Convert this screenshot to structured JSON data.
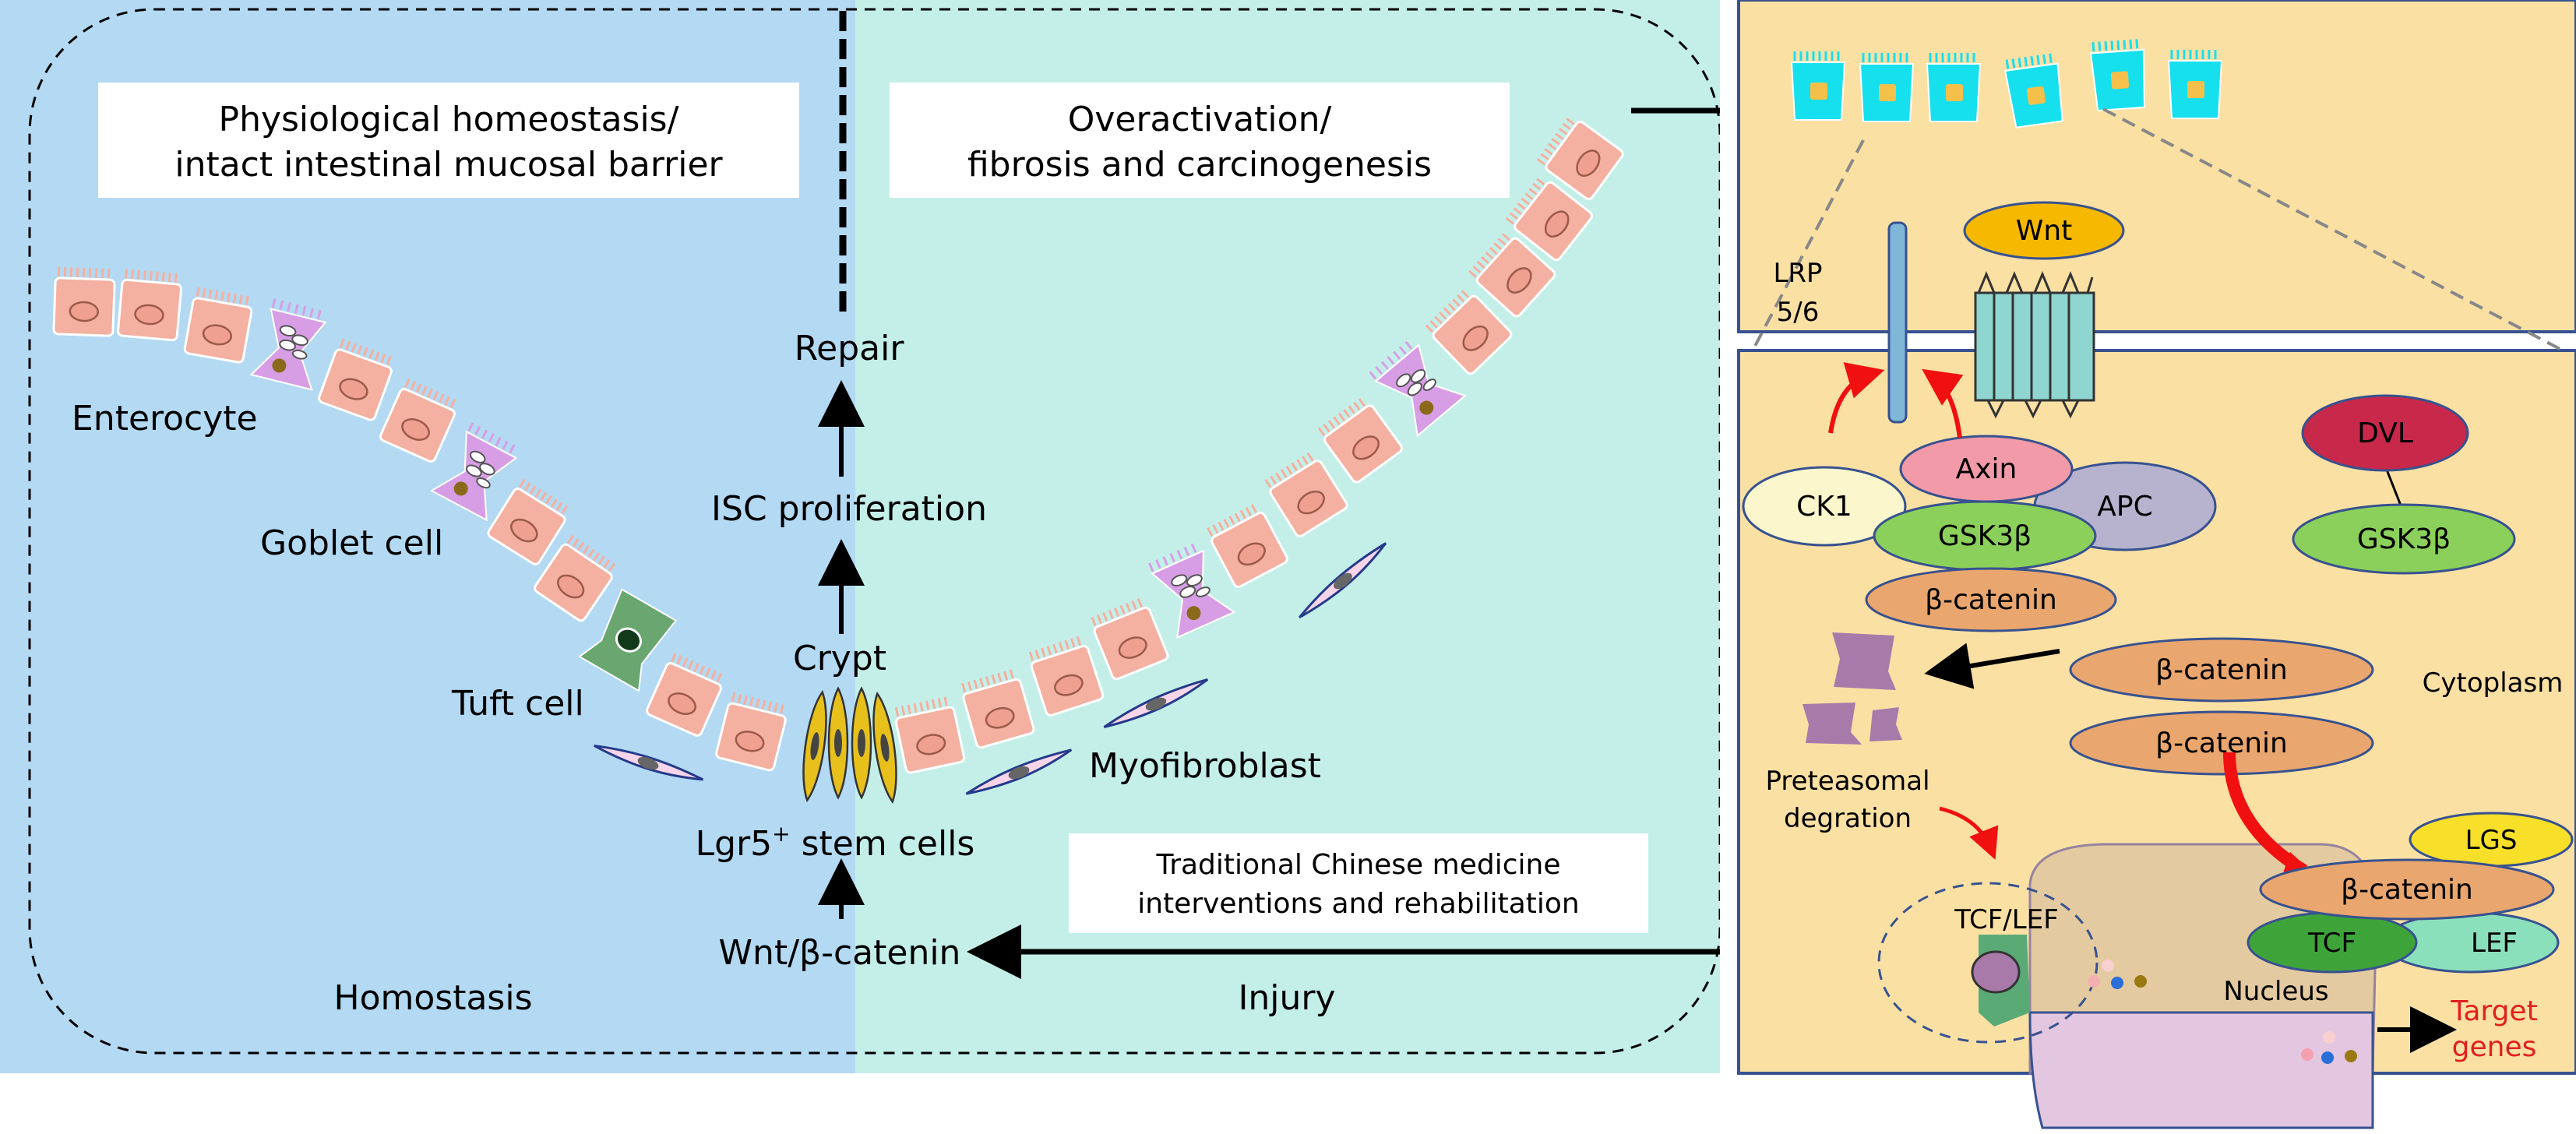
{
  "left_panel": {
    "box_homeostasis_line1": "Physiological homeostasis/",
    "box_homeostasis_line2": "intact intestinal mucosal barrier",
    "box_overactivation_line1": "Overactivation/",
    "box_overactivation_line2": "fibrosis and carcinogenesis",
    "label_repair": "Repair",
    "label_isc": "ISC proliferation",
    "label_crypt": "Crypt",
    "label_lgr5_main": "Lgr5",
    "label_lgr5_sup": "+",
    "label_lgr5_rest": " stem cells",
    "label_wnt": "Wnt/β-catenin",
    "label_homostasis": "Homostasis",
    "label_injury": "Injury",
    "label_enterocyte": "Enterocyte",
    "label_goblet": "Goblet cell",
    "label_tuft": "Tuft cell",
    "label_myofibroblast": "Myofibroblast",
    "tcm_line1": "Traditional Chinese medicine",
    "tcm_line2": "interventions and rehabilitation"
  },
  "right_panel": {
    "wnt": "Wnt",
    "lrp_line1": "LRP",
    "lrp_line2": "5/6",
    "ck1": "CK1",
    "axin": "Axin",
    "apc": "APC",
    "gsk3b_left": "GSK3β",
    "dvl": "DVL",
    "gsk3b_right": "GSK3β",
    "bcat_1": "β-catenin",
    "bcat_2": "β-catenin",
    "bcat_3": "β-catenin",
    "bcat_nuc": "β-catenin",
    "cytoplasm": "Cytoplasm",
    "proteasome_line1": "Preteasomal",
    "proteasome_line2": "degration",
    "tcf_lef": "TCF/LEF",
    "lgs": "LGS",
    "tcf": "TCF",
    "lef": "LEF",
    "nucleus": "Nucleus",
    "target_line1": "Target",
    "target_line2": "genes"
  },
  "colors": {
    "homeostasis_bg": "#b3d9f3",
    "injury_bg": "#c4efe9",
    "right_bg": "#fbe0a4",
    "enterocyte": "#f4b0a0",
    "goblet": "#d79ee6",
    "tuft": "#6aa66f",
    "myofibroblast": "#f7d5e8",
    "stem": "#e7c01c",
    "target_text": "#e02020",
    "red_arrow": "#f01010"
  }
}
